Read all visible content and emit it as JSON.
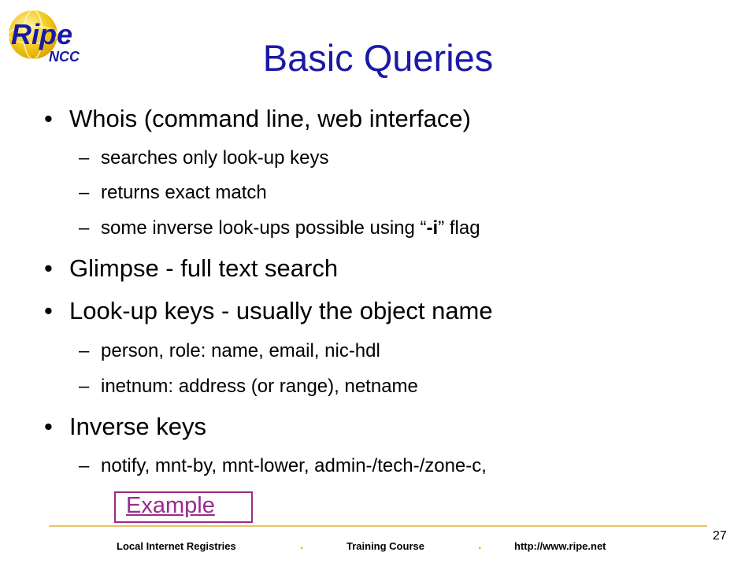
{
  "logo": {
    "text_main": "Ripe",
    "text_sub": "NCC"
  },
  "slide": {
    "title": "Basic Queries",
    "bullet": "•",
    "dash": "–",
    "bullets": [
      {
        "text": "Whois (command line, web interface)"
      },
      {
        "text": "searches only look-up keys"
      },
      {
        "text": "returns exact match"
      },
      {
        "pre": "some inverse look-ups possible using “",
        "flag": "-i",
        "post": "” flag"
      },
      {
        "text": "Glimpse - full text search"
      },
      {
        "text": "Look-up keys - usually the object name"
      },
      {
        "text": "person, role: name, email, nic-hdl"
      },
      {
        "text": "inetnum: address (or range), netname"
      },
      {
        "text": "Inverse keys"
      },
      {
        "text": "notify, mnt-by, mnt-lower, admin-/tech-/zone-c,"
      }
    ],
    "example_link": "Example"
  },
  "footer": {
    "left": "Local Internet Registries",
    "separator": ".",
    "middle": "Training Course",
    "right": "http://www.ripe.net",
    "page_number": "27"
  },
  "colors": {
    "title": "#1a1aa6",
    "link": "#9a2a8a",
    "accent": "#e8b400"
  }
}
